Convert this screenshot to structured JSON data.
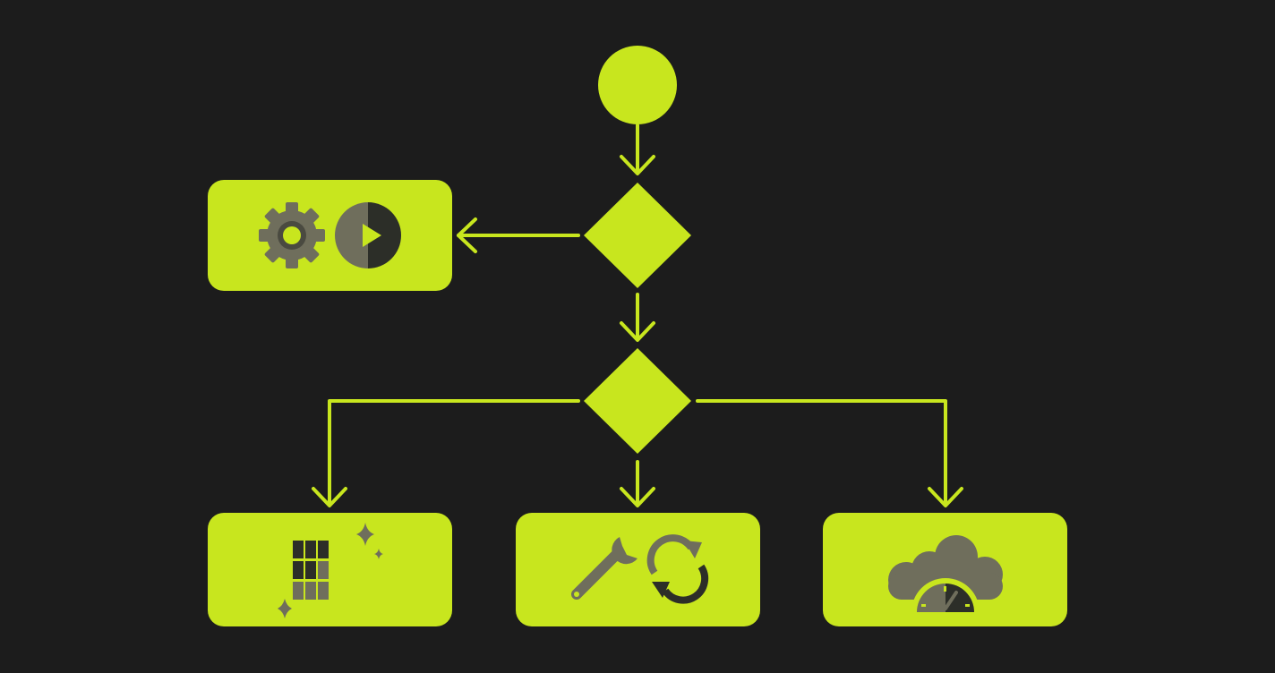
{
  "colors": {
    "background": "#1c1c1c",
    "accent": "#c8e61e",
    "icon_mid": "#6f6e5c",
    "icon_dark": "#2c2e28"
  },
  "nodes": [
    {
      "id": "start",
      "shape": "circle"
    },
    {
      "id": "decision-1",
      "shape": "diamond"
    },
    {
      "id": "decision-2",
      "shape": "diamond"
    },
    {
      "id": "process-run",
      "shape": "rounded-rect",
      "icons": [
        "gear-icon",
        "play-icon"
      ]
    },
    {
      "id": "process-grid",
      "shape": "rounded-rect",
      "icons": [
        "grid-icon",
        "sparkle-icon"
      ]
    },
    {
      "id": "process-maintain",
      "shape": "rounded-rect",
      "icons": [
        "wrench-icon",
        "refresh-icon"
      ]
    },
    {
      "id": "process-cloud",
      "shape": "rounded-rect",
      "icons": [
        "cloud-icon",
        "speedometer-icon"
      ]
    }
  ],
  "edges": [
    {
      "from": "start",
      "to": "decision-1"
    },
    {
      "from": "decision-1",
      "to": "process-run"
    },
    {
      "from": "decision-1",
      "to": "decision-2"
    },
    {
      "from": "decision-2",
      "to": "process-grid"
    },
    {
      "from": "decision-2",
      "to": "process-maintain"
    },
    {
      "from": "decision-2",
      "to": "process-cloud"
    }
  ]
}
